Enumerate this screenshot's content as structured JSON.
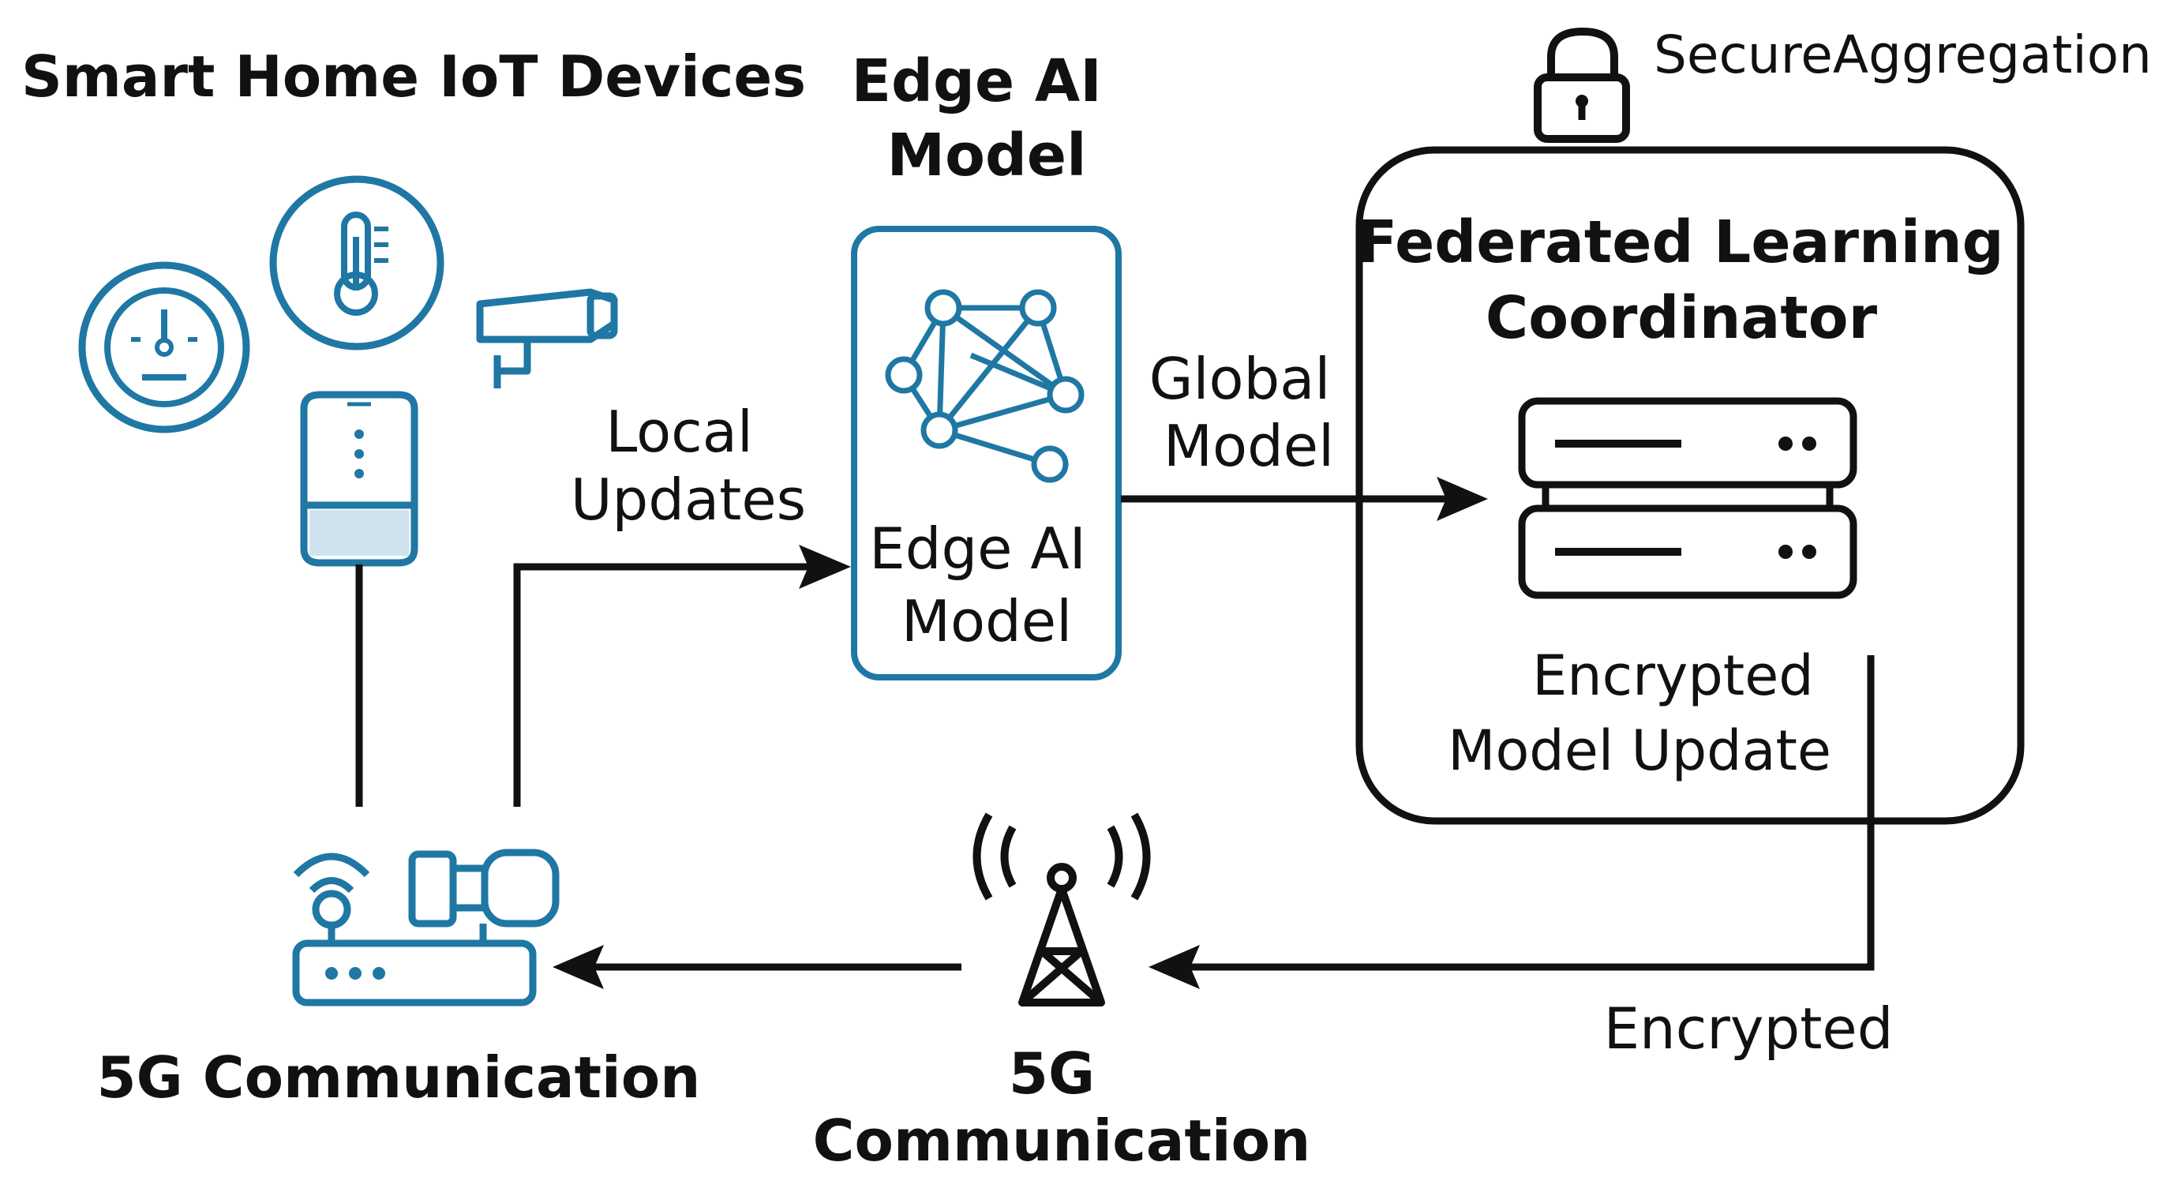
{
  "colors": {
    "accent": "#1f77a4",
    "stroke": "#111111",
    "background": "#ffffff"
  },
  "iot": {
    "title": "Smart Home IoT Devices",
    "icons": [
      "smart-meter-icon",
      "thermometer-icon",
      "security-camera-icon",
      "smart-speaker-icon"
    ]
  },
  "edge": {
    "title_line1": "Edge AI",
    "title_line2": "Model",
    "box_line1": "Edge AI",
    "box_line2": "Model"
  },
  "labels": {
    "local_updates_1": "Local",
    "local_updates_2": "Updates",
    "global_model_1": "Global",
    "global_model_2": "Model",
    "encrypted_update_1": "Encrypted",
    "encrypted_update_2": "Model Update",
    "encrypted": "Encrypted"
  },
  "secure": {
    "label": "SecureAggregation"
  },
  "coordinator": {
    "title_line1": "Federated Learning",
    "title_line2": "Coordinator"
  },
  "router": {
    "label": "5G Communication"
  },
  "tower": {
    "label_line1": "5G",
    "label_line2": "Communication"
  }
}
